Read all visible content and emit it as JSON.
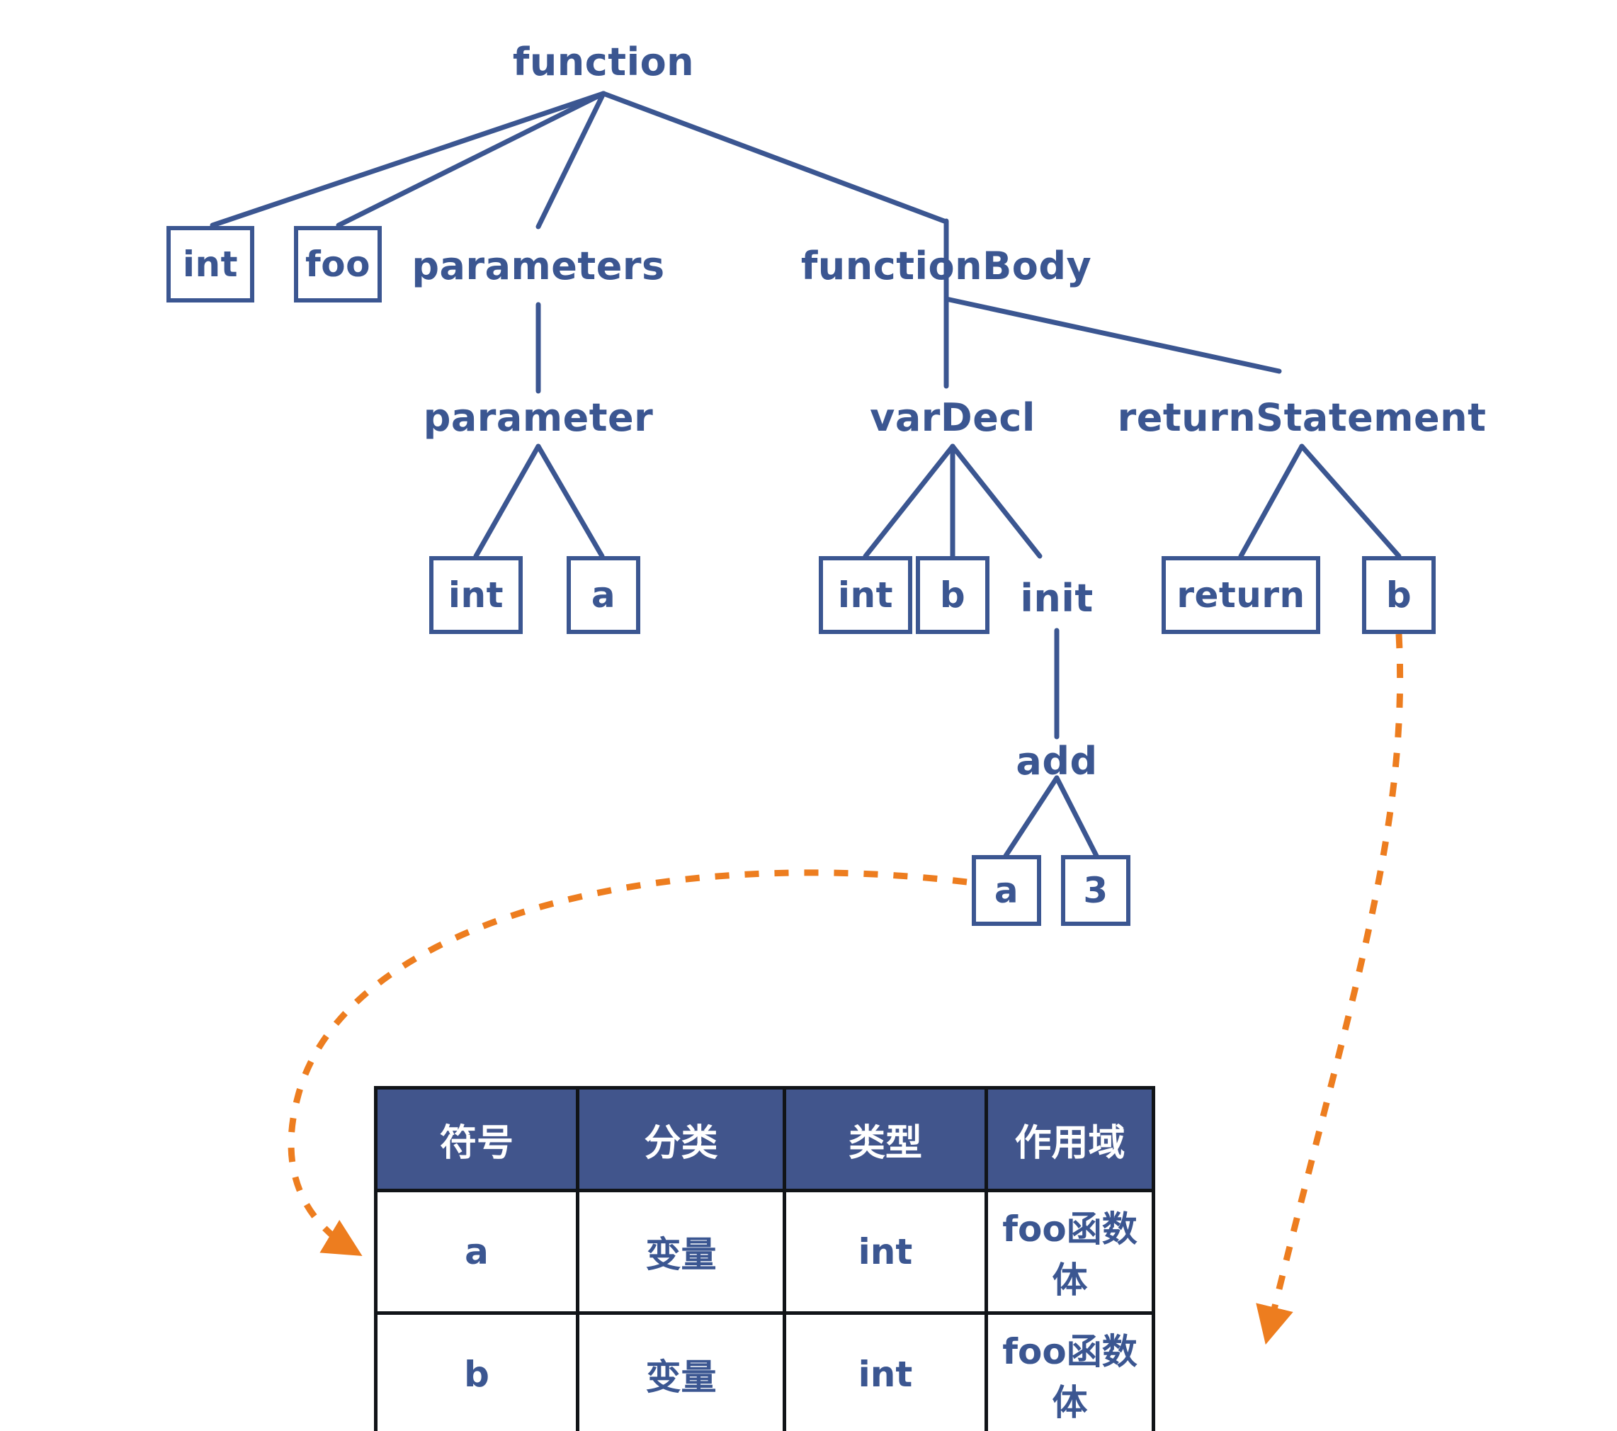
{
  "diagram": {
    "title": "AST with symbol table",
    "colors": {
      "node_blue": "#3B5691",
      "header_blue": "#41558C",
      "arrow_orange": "#ED7D1F",
      "table_border": "#111418",
      "background": "#FFFFFF"
    },
    "tree": {
      "root": {
        "label": "function",
        "boxed": false
      },
      "nodes": [
        {
          "label": "int",
          "boxed": true
        },
        {
          "label": "foo",
          "boxed": true
        },
        {
          "label": "parameters",
          "boxed": false
        },
        {
          "label": "functionBody",
          "boxed": false
        },
        {
          "label": "parameter",
          "boxed": false
        },
        {
          "label": "varDecl",
          "boxed": false
        },
        {
          "label": "returnStatement",
          "boxed": false
        },
        {
          "label": "int",
          "boxed": true
        },
        {
          "label": "a",
          "boxed": true
        },
        {
          "label": "int",
          "boxed": true
        },
        {
          "label": "b",
          "boxed": true
        },
        {
          "label": "init",
          "boxed": false
        },
        {
          "label": "return",
          "boxed": true
        },
        {
          "label": "b",
          "boxed": true
        },
        {
          "label": "add",
          "boxed": false
        },
        {
          "label": "a",
          "boxed": true
        },
        {
          "label": "3",
          "boxed": true
        }
      ]
    },
    "table": {
      "headers": [
        "符号",
        "分类",
        "类型",
        "作用域"
      ],
      "rows": [
        [
          "a",
          "变量",
          "int",
          "foo函数体"
        ],
        [
          "b",
          "变量",
          "int",
          "foo函数体"
        ]
      ]
    },
    "annotations": {
      "link_a": "a",
      "link_b": "b"
    }
  }
}
